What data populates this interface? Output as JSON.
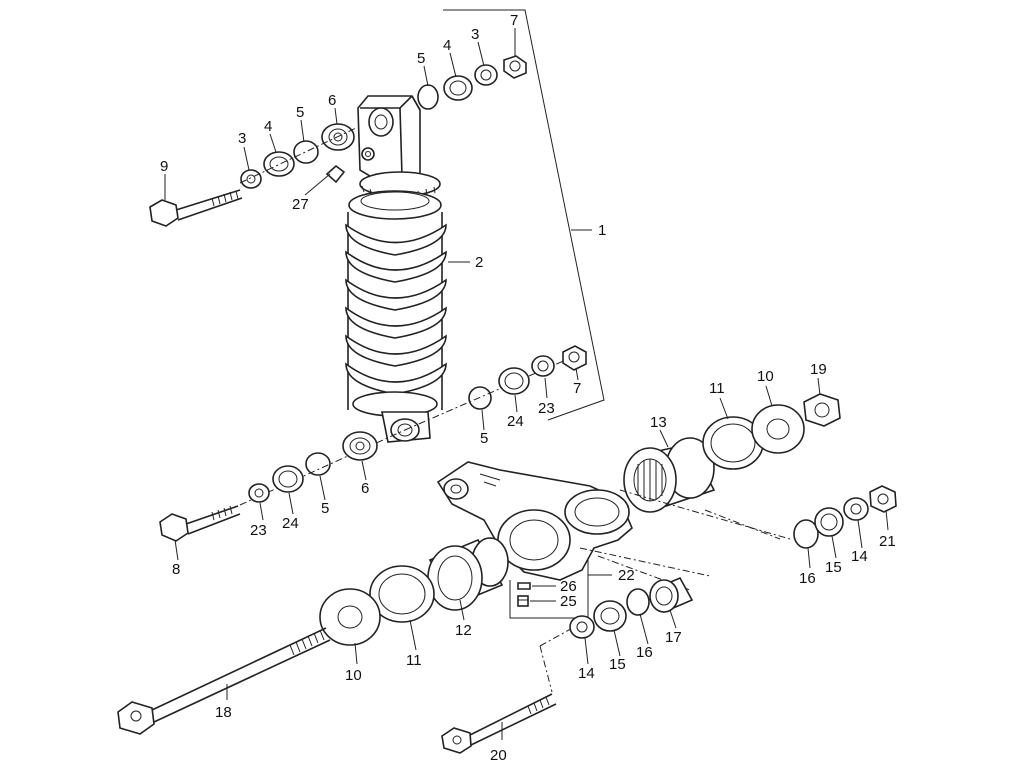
{
  "callouts": {
    "c1": "1",
    "c2": "2",
    "c3a": "3",
    "c3b": "3",
    "c4a": "4",
    "c4b": "4",
    "c5a": "5",
    "c5b": "5",
    "c5c": "5",
    "c5d": "5",
    "c6a": "6",
    "c6b": "6",
    "c7a": "7",
    "c7b": "7",
    "c8": "8",
    "c9": "9",
    "c10a": "10",
    "c10b": "10",
    "c11a": "11",
    "c11b": "11",
    "c12": "12",
    "c13": "13",
    "c14a": "14",
    "c14b": "14",
    "c15a": "15",
    "c15b": "15",
    "c16a": "16",
    "c16b": "16",
    "c17": "17",
    "c18": "18",
    "c19": "19",
    "c20": "20",
    "c21": "21",
    "c22": "22",
    "c23a": "23",
    "c23b": "23",
    "c24a": "24",
    "c24b": "24",
    "c25": "25",
    "c26": "26",
    "c27": "27"
  }
}
